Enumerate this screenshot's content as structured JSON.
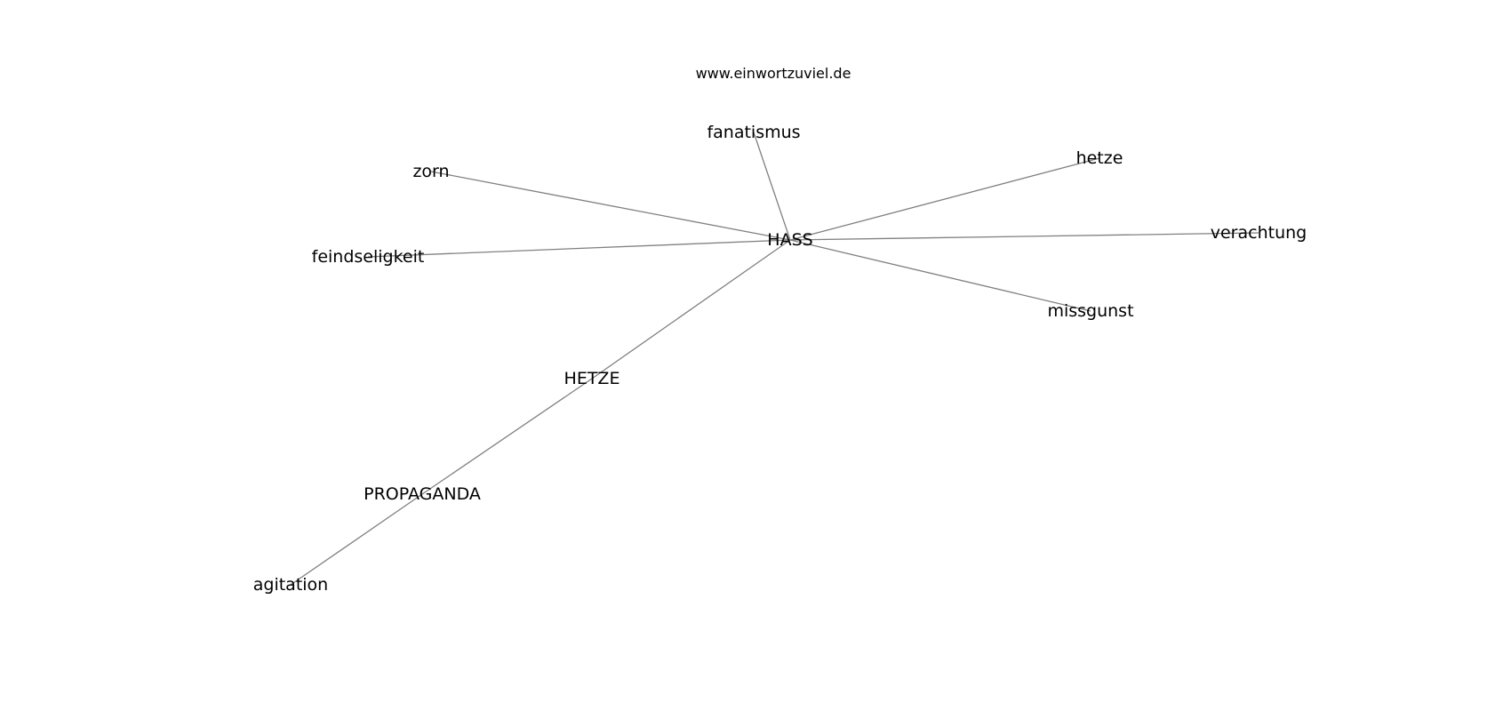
{
  "diagram": {
    "site": "www.einwortzuviel.de",
    "nodes": [
      {
        "id": "hass",
        "label": "HASS"
      },
      {
        "id": "hetze_main",
        "label": "HETZE"
      },
      {
        "id": "propaganda",
        "label": "PROPAGANDA"
      },
      {
        "id": "agitation",
        "label": "agitation"
      },
      {
        "id": "fanatismus",
        "label": "fanatismus"
      },
      {
        "id": "zorn",
        "label": "zorn"
      },
      {
        "id": "hetze",
        "label": "hetze"
      },
      {
        "id": "verachtung",
        "label": "verachtung"
      },
      {
        "id": "feindseligkeit",
        "label": "feindseligkeit"
      },
      {
        "id": "missgunst",
        "label": "missgunst"
      }
    ],
    "edges": [
      [
        "hass",
        "fanatismus"
      ],
      [
        "hass",
        "zorn"
      ],
      [
        "hass",
        "hetze"
      ],
      [
        "hass",
        "verachtung"
      ],
      [
        "hass",
        "feindseligkeit"
      ],
      [
        "hass",
        "missgunst"
      ],
      [
        "hass",
        "hetze_main"
      ],
      [
        "hetze_main",
        "propaganda"
      ],
      [
        "propaganda",
        "agitation"
      ]
    ],
    "colors": {
      "edge": "#808080",
      "text": "#000000",
      "background": "#ffffff"
    }
  }
}
